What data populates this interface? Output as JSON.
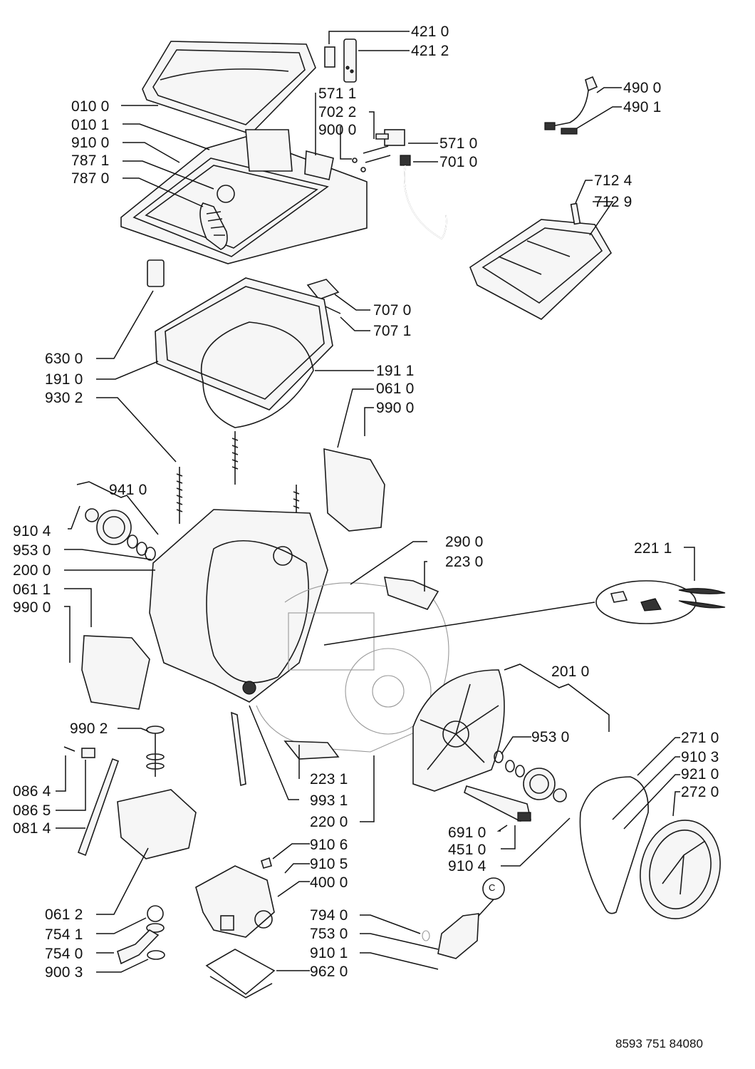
{
  "title": "Washing machine exploded parts diagram",
  "reference_number": "8593 751 84080",
  "callout_marker": "C",
  "labels": {
    "l4210": "421 0",
    "l4212": "421 2",
    "l5711": "571 1",
    "l7022": "702 2",
    "l9000a": "900 0",
    "l5710": "571 0",
    "l7010": "701 0",
    "l4900": "490 0",
    "l4901": "490 1",
    "l0100": "010 0",
    "l0101": "010 1",
    "l9100": "910 0",
    "l7871": "787 1",
    "l7870": "787 0",
    "l7124": "712 4",
    "l7129": "712 9",
    "l7070": "707 0",
    "l7071": "707 1",
    "l6300": "630 0",
    "l1910": "191 0",
    "l9302": "930 2",
    "l1911": "191 1",
    "l0610": "061 0",
    "l9900a": "990 0",
    "l9410": "941 0",
    "l9104a": "910 4",
    "l9530a": "953 0",
    "l2000": "200 0",
    "l0611": "061 1",
    "l9900b": "990 0",
    "l2900": "290 0",
    "l2230": "223 0",
    "l2211": "221 1",
    "l2010": "201 0",
    "l9530b": "953 0",
    "l2710": "271 0",
    "l9103": "910 3",
    "l9210": "921 0",
    "l2720": "272 0",
    "l9902": "990 2",
    "l0864": "086 4",
    "l0865": "086 5",
    "l0814": "081 4",
    "l2231": "223 1",
    "l9931": "993 1",
    "l2200": "220 0",
    "l6910": "691 0",
    "l4510": "451 0",
    "l9104b": "910 4",
    "l9106": "910 6",
    "l9105": "910 5",
    "l4000": "400 0",
    "l0612": "061 2",
    "l7541": "754 1",
    "l7540": "754 0",
    "l9003": "900 3",
    "l7940": "794 0",
    "l7530": "753 0",
    "l9101": "910 1",
    "l9620": "962 0"
  }
}
